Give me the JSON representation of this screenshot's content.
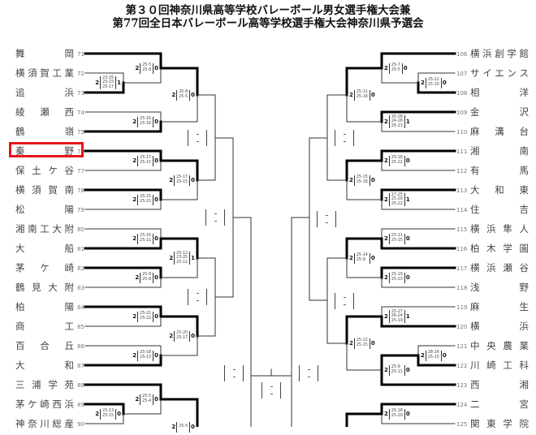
{
  "title": {
    "line1": "第３０回神奈川県高等学校バレーボール男女選手権大会兼",
    "line2": "第77回全日本バレーボール高等学校選手権大会神奈川県予選会"
  },
  "highlighted_team_no": "76",
  "left_teams": [
    {
      "no": "71",
      "name": "舞岡"
    },
    {
      "no": "72",
      "name": "横須賀工業"
    },
    {
      "no": "73",
      "name": "追浜"
    },
    {
      "no": "74",
      "name": "綾瀬西"
    },
    {
      "no": "75",
      "name": "鶴嶺"
    },
    {
      "no": "76",
      "name": "秦野"
    },
    {
      "no": "77",
      "name": "保土ケ谷"
    },
    {
      "no": "78",
      "name": "横須賀南"
    },
    {
      "no": "79",
      "name": "松陽"
    },
    {
      "no": "80",
      "name": "湘南工大附"
    },
    {
      "no": "81",
      "name": "大船"
    },
    {
      "no": "82",
      "name": "茅ケ崎"
    },
    {
      "no": "83",
      "name": "鶴見大附"
    },
    {
      "no": "84",
      "name": "柏陽"
    },
    {
      "no": "85",
      "name": "商工"
    },
    {
      "no": "86",
      "name": "百合丘"
    },
    {
      "no": "87",
      "name": "大和"
    },
    {
      "no": "88",
      "name": "三浦学苑"
    },
    {
      "no": "89",
      "name": "茅ケ崎西浜"
    },
    {
      "no": "90",
      "name": "神奈川総産"
    }
  ],
  "right_teams": [
    {
      "no": "106",
      "name": "横浜創学館"
    },
    {
      "no": "107",
      "name": "サイエンス"
    },
    {
      "no": "108",
      "name": "相洋"
    },
    {
      "no": "109",
      "name": "金沢"
    },
    {
      "no": "110",
      "name": "麻溝台"
    },
    {
      "no": "111",
      "name": "湘南"
    },
    {
      "no": "112",
      "name": "有馬"
    },
    {
      "no": "113",
      "name": "大和東"
    },
    {
      "no": "114",
      "name": "住吉"
    },
    {
      "no": "115",
      "name": "横浜隼人"
    },
    {
      "no": "116",
      "name": "柏木学園"
    },
    {
      "no": "117",
      "name": "横浜瀬谷"
    },
    {
      "no": "118",
      "name": "浅野"
    },
    {
      "no": "119",
      "name": "麻生"
    },
    {
      "no": "120",
      "name": "横浜"
    },
    {
      "no": "121",
      "name": "中央農業"
    },
    {
      "no": "122",
      "name": "川崎工科"
    },
    {
      "no": "123",
      "name": "西湘"
    },
    {
      "no": "124",
      "name": "二宮"
    },
    {
      "no": "125",
      "name": "関東学院"
    }
  ],
  "left_matches": [
    {
      "w": "2",
      "sets": [
        "23-25",
        "25-15",
        "25-17"
      ],
      "l": "1"
    },
    {
      "w": "2",
      "sets": [
        "25-5",
        "25-8"
      ],
      "l": "0"
    },
    {
      "w": "2",
      "sets": [
        "25-16",
        "25-16"
      ],
      "l": "0"
    },
    {
      "w": "2",
      "sets": [
        "25-8",
        "25-5"
      ],
      "l": "0"
    },
    {
      "w": "2",
      "sets": [
        "25-17",
        "25-15"
      ],
      "l": "0"
    },
    {
      "w": "2",
      "sets": [
        "25-21",
        "25-21"
      ],
      "l": "0"
    },
    {
      "w": "2",
      "sets": [
        "25-17",
        "25-15"
      ],
      "l": "0"
    },
    {
      "undecided": true
    },
    {
      "w": "2",
      "sets": [
        "25-16",
        "25-11"
      ],
      "l": "0"
    },
    {
      "w": "2",
      "sets": [
        "25-8",
        "25-8"
      ],
      "l": "0"
    },
    {
      "w": "2",
      "sets": [
        "25-12",
        "23-25",
        "25-12"
      ],
      "l": "1"
    },
    {
      "w": "2",
      "sets": [
        "25-21",
        "25-22"
      ],
      "l": "0"
    },
    {
      "w": "2",
      "sets": [
        "25-18",
        "25-13"
      ],
      "l": "0"
    },
    {
      "w": "2",
      "sets": [
        "25-20",
        "25-17"
      ],
      "l": "0"
    },
    {
      "undecided": true
    },
    {
      "undecided": true
    },
    {
      "w": "2",
      "sets": [
        "25-13",
        "25-15"
      ],
      "l": "0"
    },
    {
      "w": "2",
      "sets": [
        "25-5",
        "25-4"
      ],
      "l": "0"
    },
    {
      "w": "2",
      "sets": [
        "25-5"
      ],
      "l": "0"
    }
  ],
  "right_matches": [
    {
      "w": "2",
      "sets": [
        "25-12",
        "25-20"
      ],
      "l": "0"
    },
    {
      "w": "2",
      "sets": [
        "25-7",
        "25-5"
      ],
      "l": "0"
    },
    {
      "w": "2",
      "sets": [
        "30-28",
        "24-26",
        "25-23"
      ],
      "l": "1"
    },
    {
      "w": "2",
      "sets": [
        "25-11",
        "25-18"
      ],
      "l": "0"
    },
    {
      "w": "2",
      "sets": [
        "25-16",
        "25-22"
      ],
      "l": "0"
    },
    {
      "w": "2",
      "sets": [
        "17-25",
        "25-20",
        "25-22"
      ],
      "l": "1"
    },
    {
      "w": "2",
      "sets": [
        "25-15",
        "25-18"
      ],
      "l": "0"
    },
    {
      "undecided": true
    },
    {
      "w": "2",
      "sets": [
        "25-11",
        "25-15"
      ],
      "l": "0"
    },
    {
      "w": "2",
      "sets": [
        "25-19",
        "25-23"
      ],
      "l": "0"
    },
    {
      "w": "2",
      "sets": [
        "25-14",
        "25-9"
      ],
      "l": "0"
    },
    {
      "w": "2",
      "sets": [
        "25-27",
        "26-24",
        "25-19"
      ],
      "l": "1"
    },
    {
      "w": "2",
      "sets": [
        "28-26",
        "25-15"
      ],
      "l": "0"
    },
    {
      "w": "2",
      "sets": [
        "25-9",
        "25-11"
      ],
      "l": "0"
    },
    {
      "w": "2",
      "sets": [
        "25-12",
        "25-15"
      ],
      "l": "0"
    },
    {
      "undecided": true
    },
    {
      "undecided": true
    },
    {
      "w": "2",
      "sets": [
        "25-18",
        "25-20"
      ],
      "l": "0"
    },
    {
      "line_only": true
    }
  ],
  "center": {
    "left_semi": {
      "undecided": true
    },
    "right_semi": {
      "undecided": true
    },
    "final": {
      "undecided": true
    }
  }
}
